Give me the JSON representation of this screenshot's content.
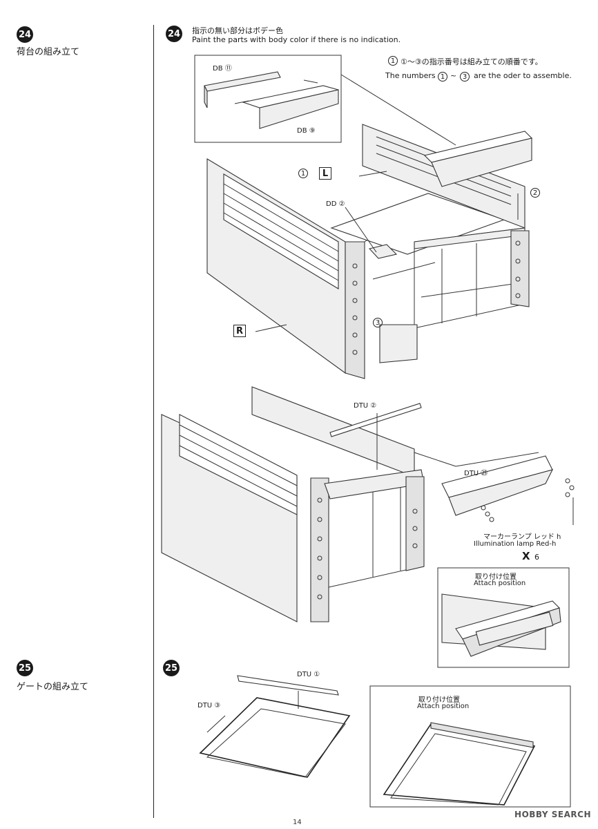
{
  "step24": {
    "number": "24",
    "title_jp": "荷台の組み立て",
    "note_jp": "指示の無い部分はボデー色",
    "note_en": "Paint the parts with body color if there is no indication.",
    "order_jp": "①～③の指示番号は組み立ての順番です。",
    "order_en_pre": "The numbers",
    "order_en_post": "are the oder to assemble.",
    "order_start": "1",
    "order_tilde": "~",
    "order_end": "3",
    "inset_parts": [
      "DB ⑪",
      "DB ⑨"
    ],
    "part_dd2": "DD ②",
    "side_left_num": "1",
    "side_left": "L",
    "side_right": "R",
    "num2": "2",
    "num3": "3",
    "part_dtu2": "DTU ②",
    "part_dtu25": "DTU ㉕",
    "lamp_jp": "マーカーランプ レッド h",
    "lamp_en": "Illumination lamp Red-h",
    "lamp_count": "6",
    "lamp_mark": "X",
    "attach_jp": "取り付け位置",
    "attach_en": "Attach position"
  },
  "step25": {
    "number": "25",
    "title_jp": "ゲートの組み立て",
    "part_dtu1": "DTU ①",
    "part_dtu3": "DTU ③",
    "attach_jp": "取り付け位置",
    "attach_en": "Attach position"
  },
  "footer": {
    "page_number": "14",
    "watermark": "HOBBY SEARCH"
  }
}
